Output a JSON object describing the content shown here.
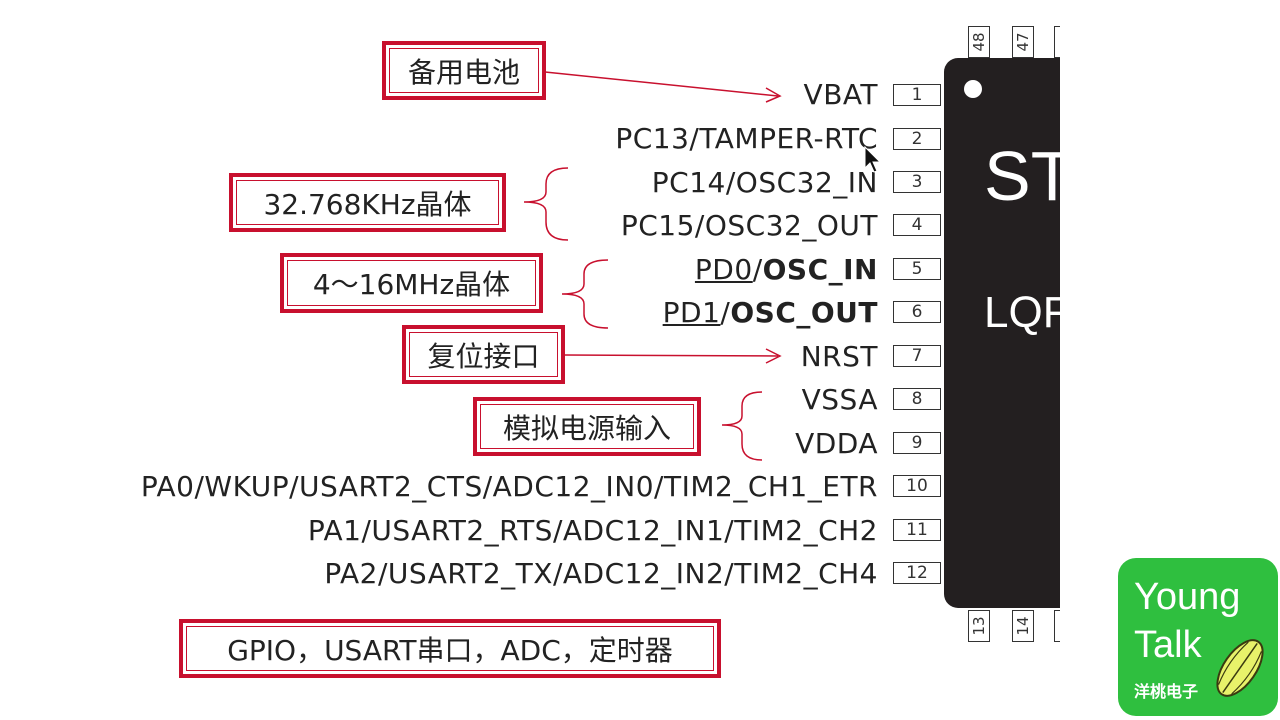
{
  "pins": [
    {
      "num": "1",
      "label": "VBAT"
    },
    {
      "num": "2",
      "label": "PC13/TAMPER-RTC"
    },
    {
      "num": "3",
      "label": "PC14/OSC32_IN"
    },
    {
      "num": "4",
      "label": "PC15/OSC32_OUT"
    },
    {
      "num": "5",
      "label_prefix": "PD0",
      "label_sep": "/",
      "label_bold": "OSC_IN"
    },
    {
      "num": "6",
      "label_prefix": "PD1",
      "label_sep": "/",
      "label_bold": "OSC_OUT"
    },
    {
      "num": "7",
      "label": "NRST"
    },
    {
      "num": "8",
      "label": "VSSA"
    },
    {
      "num": "9",
      "label": "VDDA"
    },
    {
      "num": "10",
      "label": "PA0/WKUP/USART2_CTS/ADC12_IN0/TIM2_CH1_ETR"
    },
    {
      "num": "11",
      "label": "PA1/USART2_RTS/ADC12_IN1/TIM2_CH2"
    },
    {
      "num": "12",
      "label": "PA2/USART2_TX/ADC12_IN2/TIM2_CH4"
    }
  ],
  "top_pins": [
    "48",
    "47"
  ],
  "bottom_pins": [
    "13",
    "14"
  ],
  "chip": {
    "text_line1": "ST",
    "text_line2": "LQF"
  },
  "callouts": {
    "backup_battery": "备用电池",
    "crystal_32k": "32.768KHz晶体",
    "crystal_hse": "4～16MHz晶体",
    "reset": "复位接口",
    "analog_power": "模拟电源输入",
    "gpio_note": "GPIO，USART串口，ADC，定时器"
  },
  "logo": {
    "line1": "Young",
    "line2": "Talk",
    "line3": "洋桃电子"
  },
  "colors": {
    "callout_red": "#c8102e",
    "chip_black": "#231f20",
    "logo_green": "#2fbf3f"
  }
}
